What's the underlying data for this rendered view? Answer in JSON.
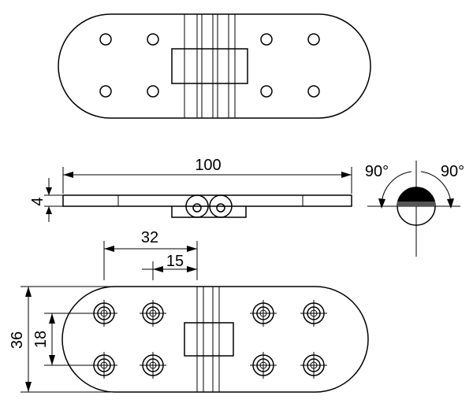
{
  "dimensions": {
    "overall_length": "100",
    "thickness": "4",
    "hole_spacing_outer": "32",
    "hole_spacing_inner": "15",
    "overall_width": "36",
    "hole_spacing_vertical": "18"
  },
  "rotation": {
    "left_angle": "90°",
    "right_angle": "90°"
  }
}
